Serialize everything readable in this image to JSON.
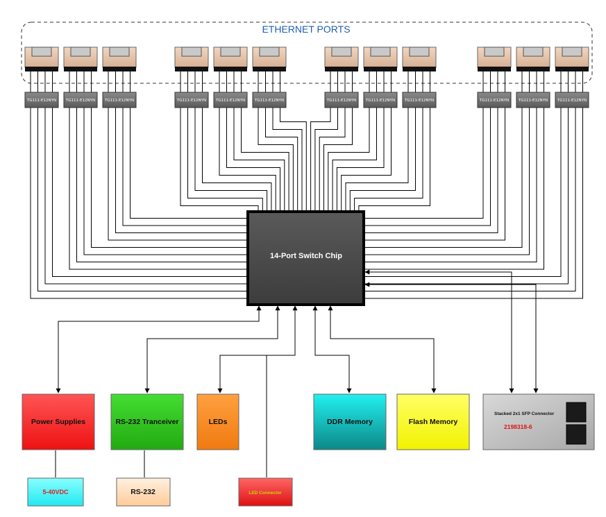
{
  "ethernet": {
    "title": "ETHERNET PORTS",
    "port_count": 12,
    "transformer_label": "TG111-E12NYN"
  },
  "switch_chip": {
    "label": "14-Port Switch Chip"
  },
  "blocks": {
    "power": {
      "label": "Power Supplies",
      "color": "#ff2b2b"
    },
    "rs232_transceiver": {
      "label": "RS-232 Tranceiver",
      "color": "#33cc22"
    },
    "leds": {
      "label": "LEDs",
      "color": "#ff8c1a"
    },
    "ddr": {
      "label": "DDR Memory",
      "color": "#11b0b8"
    },
    "flash": {
      "label": "Flash Memory",
      "color": "#ffff33"
    },
    "sfp": {
      "label": "Stacked 2x1 SFP Connector",
      "part": "2198318-6",
      "color": "#bcbcbc"
    }
  },
  "sub_blocks": {
    "vdc": {
      "label": "5-40VDC",
      "color": "#33f0f0",
      "text_color": "#e02020"
    },
    "rs232": {
      "label": "RS-232",
      "color": "#ffd9b3",
      "text_color": "#111111"
    },
    "led_connector": {
      "label": "LED Connector",
      "color": "#e82020",
      "text_color": "#c8d800"
    }
  }
}
